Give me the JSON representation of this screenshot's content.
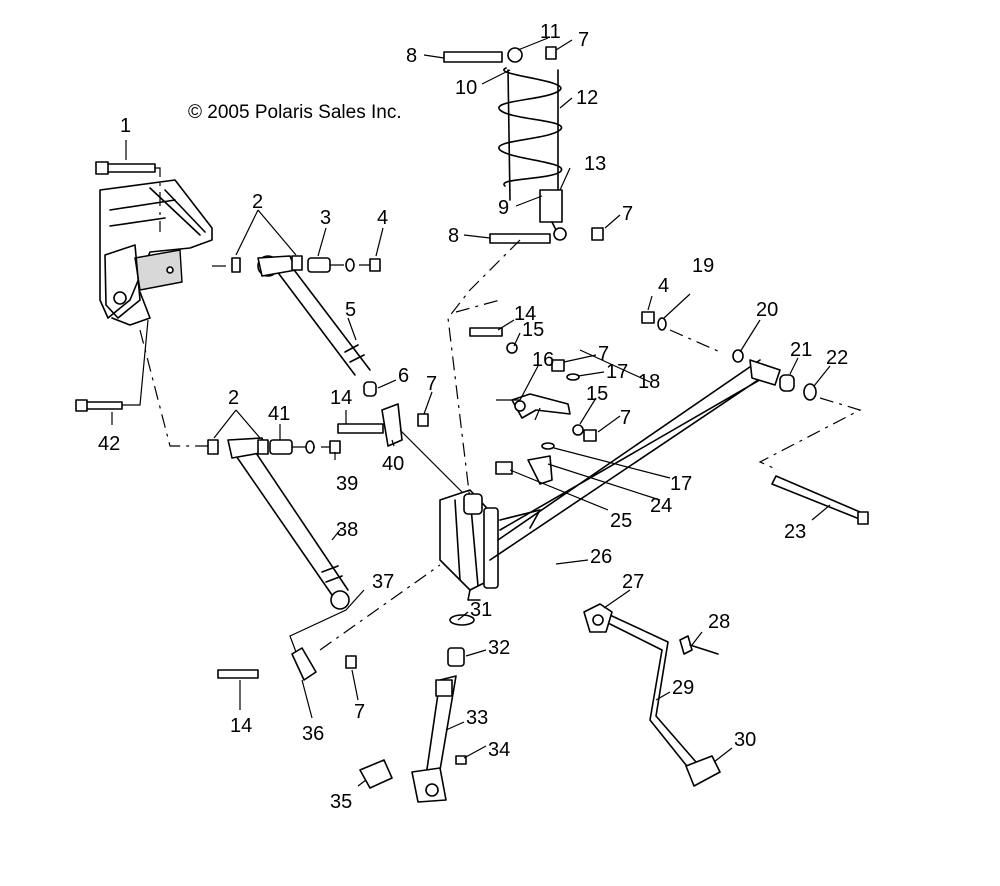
{
  "copyright": "© 2005 Polaris Sales Inc.",
  "callouts": [
    {
      "id": "c1",
      "label": "1"
    },
    {
      "id": "c2a",
      "label": "2"
    },
    {
      "id": "c2b",
      "label": "2"
    },
    {
      "id": "c3",
      "label": "3"
    },
    {
      "id": "c4a",
      "label": "4"
    },
    {
      "id": "c4b",
      "label": "4"
    },
    {
      "id": "c5",
      "label": "5"
    },
    {
      "id": "c6",
      "label": "6"
    },
    {
      "id": "c7a",
      "label": "7"
    },
    {
      "id": "c7b",
      "label": "7"
    },
    {
      "id": "c7c",
      "label": "7"
    },
    {
      "id": "c7d",
      "label": "7"
    },
    {
      "id": "c7e",
      "label": "7"
    },
    {
      "id": "c7f",
      "label": "7"
    },
    {
      "id": "c8a",
      "label": "8"
    },
    {
      "id": "c8b",
      "label": "8"
    },
    {
      "id": "c9",
      "label": "9"
    },
    {
      "id": "c10",
      "label": "10"
    },
    {
      "id": "c11",
      "label": "11"
    },
    {
      "id": "c12",
      "label": "12"
    },
    {
      "id": "c13",
      "label": "13"
    },
    {
      "id": "c14a",
      "label": "14"
    },
    {
      "id": "c14b",
      "label": "14"
    },
    {
      "id": "c14c",
      "label": "14"
    },
    {
      "id": "c15a",
      "label": "15"
    },
    {
      "id": "c15b",
      "label": "15"
    },
    {
      "id": "c16",
      "label": "16"
    },
    {
      "id": "c17a",
      "label": "17"
    },
    {
      "id": "c17b",
      "label": "17"
    },
    {
      "id": "c18",
      "label": "18"
    },
    {
      "id": "c19",
      "label": "19"
    },
    {
      "id": "c20",
      "label": "20"
    },
    {
      "id": "c21",
      "label": "21"
    },
    {
      "id": "c22",
      "label": "22"
    },
    {
      "id": "c23",
      "label": "23"
    },
    {
      "id": "c24",
      "label": "24"
    },
    {
      "id": "c25",
      "label": "25"
    },
    {
      "id": "c26",
      "label": "26"
    },
    {
      "id": "c27",
      "label": "27"
    },
    {
      "id": "c28",
      "label": "28"
    },
    {
      "id": "c29",
      "label": "29"
    },
    {
      "id": "c30",
      "label": "30"
    },
    {
      "id": "c31",
      "label": "31"
    },
    {
      "id": "c32",
      "label": "32"
    },
    {
      "id": "c33",
      "label": "33"
    },
    {
      "id": "c34",
      "label": "34"
    },
    {
      "id": "c35",
      "label": "35"
    },
    {
      "id": "c36",
      "label": "36"
    },
    {
      "id": "c37",
      "label": "37"
    },
    {
      "id": "c38",
      "label": "38"
    },
    {
      "id": "c39",
      "label": "39"
    },
    {
      "id": "c40",
      "label": "40"
    },
    {
      "id": "c41",
      "label": "41"
    },
    {
      "id": "c42",
      "label": "42"
    }
  ]
}
